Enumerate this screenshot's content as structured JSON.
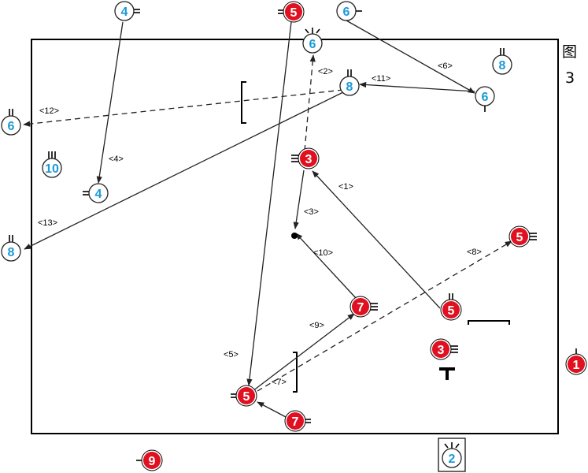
{
  "figure": {
    "caption_char": "图",
    "caption_num": "3"
  },
  "colors": {
    "red_fill": "#e01020",
    "blue_text": "#1a9ad6",
    "line": "#222222"
  },
  "markers": {
    "blue": [
      {
        "id": "b4_top",
        "label": "4",
        "tick": "right2"
      },
      {
        "id": "b6_top",
        "label": "6",
        "tick": "right1"
      },
      {
        "id": "b6_mid",
        "label": "6",
        "tick": "topV"
      },
      {
        "id": "b8_tr",
        "label": "8",
        "tick": "top2"
      },
      {
        "id": "b8_mid",
        "label": "8",
        "tick": "top2"
      },
      {
        "id": "b6_right",
        "label": "6",
        "tick": "bottom1"
      },
      {
        "id": "b6_left",
        "label": "6",
        "tick": "top2"
      },
      {
        "id": "b10",
        "label": "10",
        "tick": "top3"
      },
      {
        "id": "b4_mid",
        "label": "4",
        "tick": "left2"
      },
      {
        "id": "b8_left",
        "label": "8",
        "tick": "top2"
      },
      {
        "id": "b2",
        "label": "2",
        "tick": "topV"
      }
    ],
    "red": [
      {
        "id": "r5_top",
        "label": "5",
        "tick": "left2"
      },
      {
        "id": "r3_mid",
        "label": "3",
        "tick": "left3"
      },
      {
        "id": "r5_right",
        "label": "5",
        "tick": "right3"
      },
      {
        "id": "r7_mid",
        "label": "7",
        "tick": "right3"
      },
      {
        "id": "r5_br",
        "label": "5",
        "tick": "top2"
      },
      {
        "id": "r3_br",
        "label": "3",
        "tick": "right3"
      },
      {
        "id": "r1",
        "label": "1",
        "tick": "top1"
      },
      {
        "id": "r5_bottom",
        "label": "5",
        "tick": "left2"
      },
      {
        "id": "r7_bottom",
        "label": "7",
        "tick": "right2"
      },
      {
        "id": "r9",
        "label": "9",
        "tick": "left1"
      }
    ]
  },
  "arrows": [
    {
      "label": "<1>"
    },
    {
      "label": "<2>"
    },
    {
      "label": "<3>"
    },
    {
      "label": "<4>"
    },
    {
      "label": "<5>"
    },
    {
      "label": "<6>"
    },
    {
      "label": "<7>"
    },
    {
      "label": "<8>"
    },
    {
      "label": "<9>"
    },
    {
      "label": "<10>"
    },
    {
      "label": "<11>"
    },
    {
      "label": "<12>"
    },
    {
      "label": "<13>"
    }
  ]
}
